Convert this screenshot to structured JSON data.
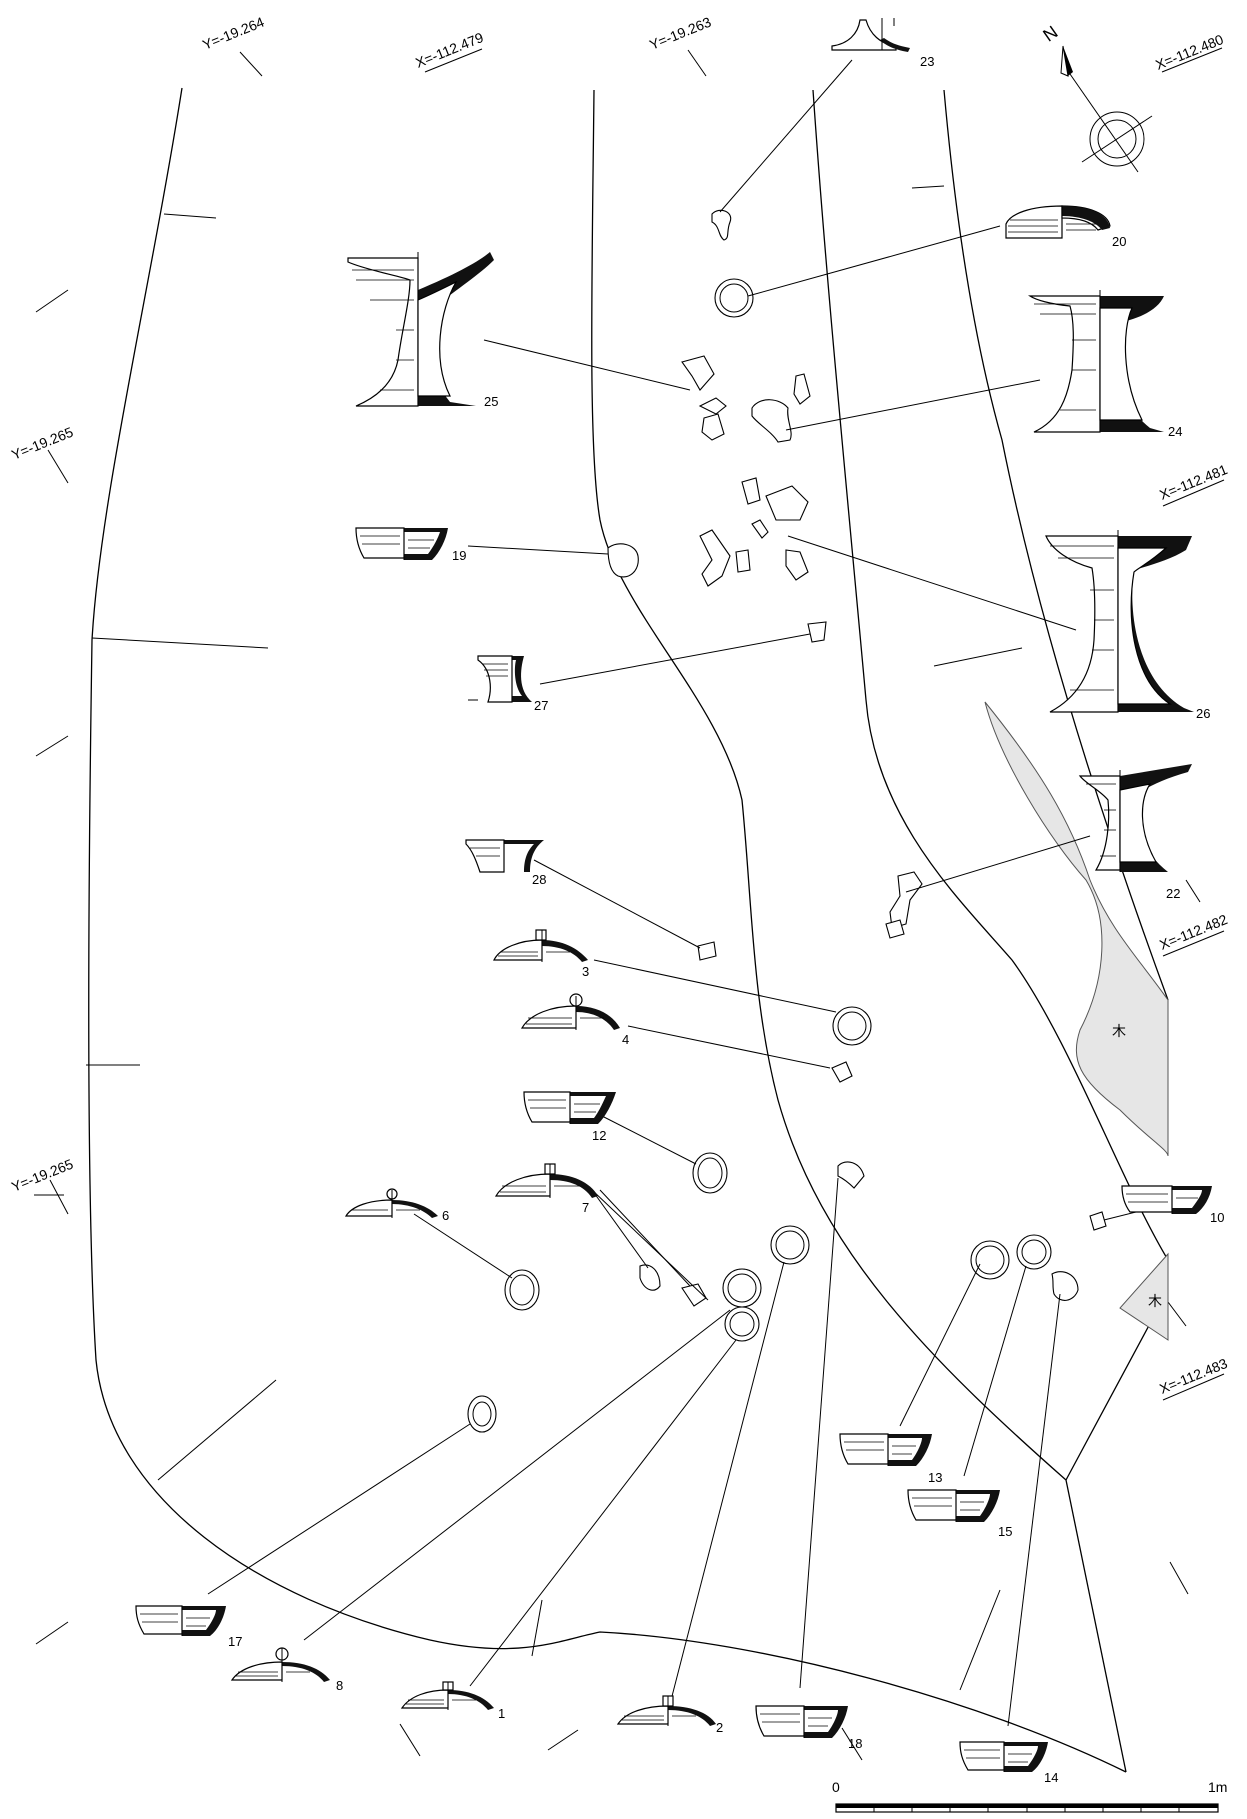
{
  "grid_labels": {
    "y_19264": "Y=-19.264",
    "x_112479": "X=-112.479",
    "y_19263": "Y=-19.263",
    "x_112480": "X=-112.480",
    "y_19265_a": "Y=-19.265",
    "x_112481": "X=-112.481",
    "x_112482": "X=-112.482",
    "y_19265_b": "Y=-19.265",
    "x_112483": "X=-112.483"
  },
  "north_label": "N",
  "wood_label_1": "木",
  "wood_label_2": "木",
  "scale": {
    "start": "0",
    "end": "1m"
  },
  "artifacts": {
    "a1": "1",
    "a2": "2",
    "a3": "3",
    "a4": "4",
    "a6": "6",
    "a7": "7",
    "a8": "8",
    "a10": "10",
    "a12": "12",
    "a13": "13",
    "a14": "14",
    "a15": "15",
    "a17": "17",
    "a18": "18",
    "a19": "19",
    "a20": "20",
    "a22": "22",
    "a23": "23",
    "a24": "24",
    "a25": "25",
    "a26": "26",
    "a27": "27",
    "a28": "28"
  },
  "colors": {
    "line": "#000000",
    "wood_fill": "#e6e6e6",
    "section_fill": "#111111"
  }
}
